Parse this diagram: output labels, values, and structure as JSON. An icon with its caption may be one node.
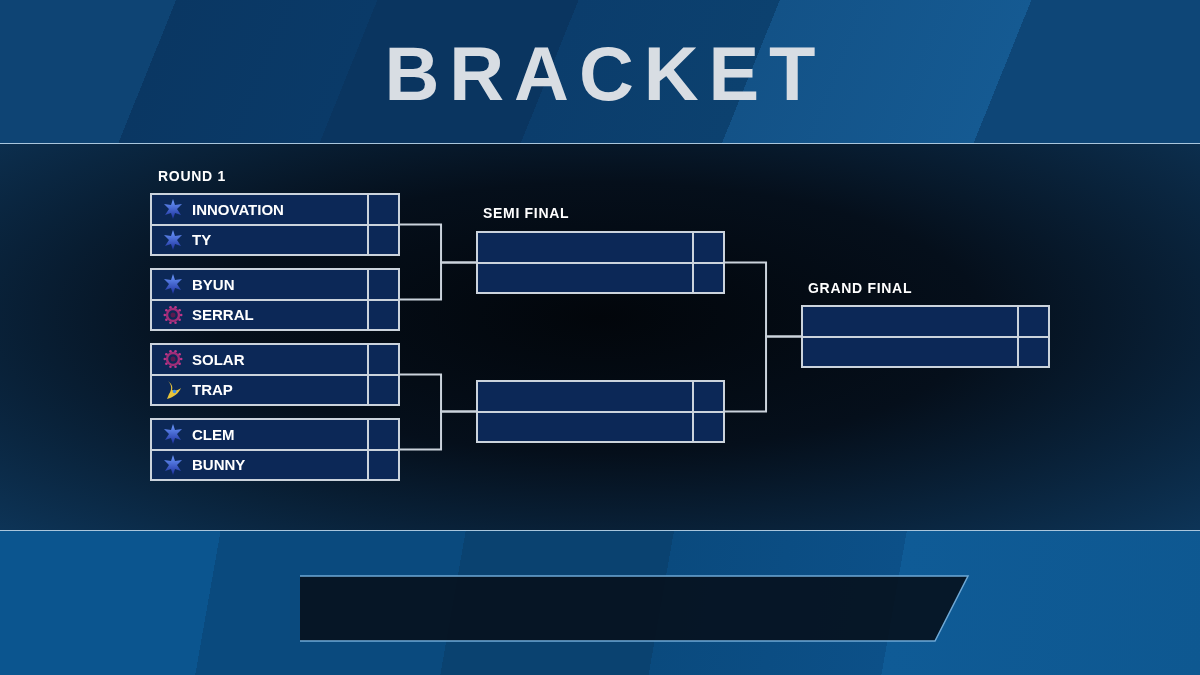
{
  "diagram": {
    "title": "BRACKET",
    "nodes": [
      {
        "text": [],
        "shape": "box"
      },
      {
        "text": [
          "INNOVATION"
        ],
        "in": 0
      },
      {
        "text": [
          "TY"
        ],
        "in": 0
      },
      {
        "text": [],
        "shape": "box"
      },
      {
        "text": [
          "BYUN"
        ],
        "in": 3
      },
      {
        "text": [
          "SERRAL"
        ],
        "in": 3
      },
      {
        "text": [],
        "shape": "box"
      },
      {
        "text": [
          "SOLAR"
        ],
        "in": 6
      },
      {
        "text": [
          "TRAP"
        ],
        "in": 6
      },
      {
        "text": [],
        "shape": "box"
      },
      {
        "text": [
          "CLEM"
        ],
        "in": 9
      },
      {
        "text": [
          "BUNNY"
        ],
        "in": 9
      },
      {
        "text": [],
        "shape": "box"
      },
      {
        "text": [],
        "shape": "box",
        "in": 12
      },
      {
        "text": [],
        "shape": "box",
        "in": 12
      },
      {
        "text": [],
        "shape": "box"
      },
      {
        "text": [],
        "shape": "box",
        "in": 15
      },
      {
        "text": [],
        "shape": "box",
        "in": 15
      },
      {
        "text": [],
        "shape": "box"
      },
      {
        "text": [],
        "shape": "box",
        "in": 18
      },
      {
        "text": [],
        "shape": "box",
        "in": 18
      }
    ],
    "edges": [
      {
        "from": 0,
        "to": 12,
        "arrow": "none"
      },
      {
        "from": 3,
        "to": 12,
        "arrow": "none"
      },
      {
        "from": 6,
        "to": 15,
        "arrow": "none"
      },
      {
        "from": 9,
        "to": 15,
        "arrow": "none"
      },
      {
        "from": 12,
        "to": 18,
        "arrow": "none"
      },
      {
        "from": 15,
        "to": 18,
        "arrow": "none"
      }
    ],
    "labels": [
      "ROUND 1",
      "SEMI FINAL",
      "GRAND FINAL"
    ]
  }
}
